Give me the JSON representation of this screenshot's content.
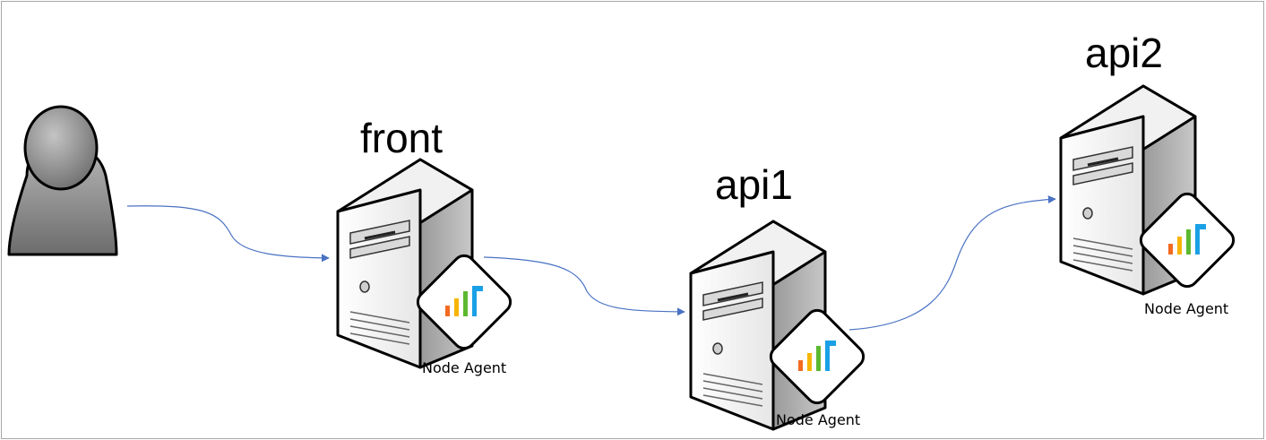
{
  "nodes": [
    {
      "id": "front",
      "label": "front",
      "agent_label": "Node Agent"
    },
    {
      "id": "api1",
      "label": "api1",
      "agent_label": "Node Agent"
    },
    {
      "id": "api2",
      "label": "api2",
      "agent_label": "Node Agent"
    }
  ],
  "icons": {
    "user": "person-icon",
    "server": "server-icon",
    "agent": "node-agent-icon"
  },
  "colors": {
    "arrow": "#4a72c4",
    "bar_orange": "#f26b21",
    "bar_yellow": "#f7b500",
    "bar_green": "#5cb830",
    "bar_blue": "#1aa0e6"
  }
}
